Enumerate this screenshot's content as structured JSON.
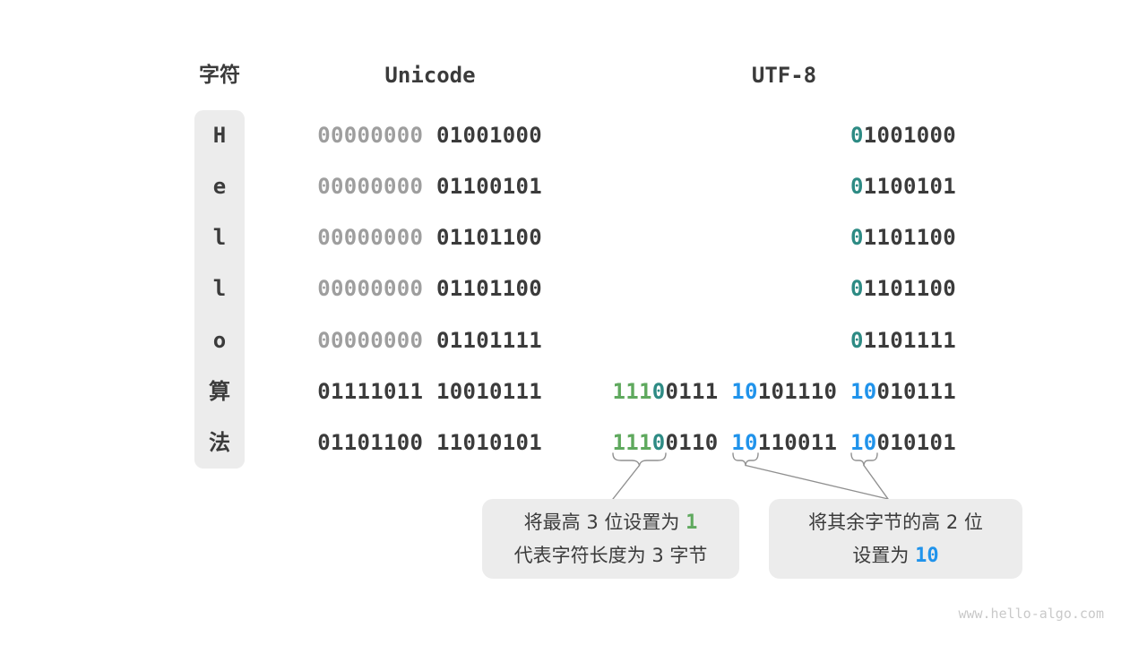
{
  "colors": {
    "dark": "#3B3B3B",
    "gray": "#9E9E9E",
    "teal": "#2D8B84",
    "green": "#5FA95E",
    "blue": "#2093EB",
    "box_bg": "#ECECEC",
    "line": "#909090",
    "footer_gray": "#C9C9C9"
  },
  "header": {
    "char": "字符",
    "unicode": "Unicode",
    "utf8": "UTF-8"
  },
  "rows": [
    {
      "char": "H",
      "unicode": [
        {
          "t": "00000000 ",
          "c": "gray"
        },
        {
          "t": "01001000",
          "c": "dark"
        }
      ],
      "utf8": [
        {
          "t": "0",
          "c": "teal"
        },
        {
          "t": "1001000",
          "c": "dark"
        }
      ]
    },
    {
      "char": "e",
      "unicode": [
        {
          "t": "00000000 ",
          "c": "gray"
        },
        {
          "t": "01100101",
          "c": "dark"
        }
      ],
      "utf8": [
        {
          "t": "0",
          "c": "teal"
        },
        {
          "t": "1100101",
          "c": "dark"
        }
      ]
    },
    {
      "char": "l",
      "unicode": [
        {
          "t": "00000000 ",
          "c": "gray"
        },
        {
          "t": "01101100",
          "c": "dark"
        }
      ],
      "utf8": [
        {
          "t": "0",
          "c": "teal"
        },
        {
          "t": "1101100",
          "c": "dark"
        }
      ]
    },
    {
      "char": "l",
      "unicode": [
        {
          "t": "00000000 ",
          "c": "gray"
        },
        {
          "t": "01101100",
          "c": "dark"
        }
      ],
      "utf8": [
        {
          "t": "0",
          "c": "teal"
        },
        {
          "t": "1101100",
          "c": "dark"
        }
      ]
    },
    {
      "char": "o",
      "unicode": [
        {
          "t": "00000000 ",
          "c": "gray"
        },
        {
          "t": "01101111",
          "c": "dark"
        }
      ],
      "utf8": [
        {
          "t": "0",
          "c": "teal"
        },
        {
          "t": "1101111",
          "c": "dark"
        }
      ]
    },
    {
      "char": "算",
      "unicode": [
        {
          "t": "01111011 10010111",
          "c": "dark"
        }
      ],
      "utf8": [
        {
          "t": "111",
          "c": "green"
        },
        {
          "t": "0",
          "c": "teal"
        },
        {
          "t": "0111 ",
          "c": "dark"
        },
        {
          "t": "10",
          "c": "blue"
        },
        {
          "t": "101110 ",
          "c": "dark"
        },
        {
          "t": "10",
          "c": "blue"
        },
        {
          "t": "010111",
          "c": "dark"
        }
      ]
    },
    {
      "char": "法",
      "unicode": [
        {
          "t": "01101100 11010101",
          "c": "dark"
        }
      ],
      "utf8": [
        {
          "t": "111",
          "c": "green"
        },
        {
          "t": "0",
          "c": "teal"
        },
        {
          "t": "0110 ",
          "c": "dark"
        },
        {
          "t": "10",
          "c": "blue"
        },
        {
          "t": "110011 ",
          "c": "dark"
        },
        {
          "t": "10",
          "c": "blue"
        },
        {
          "t": "010101",
          "c": "dark"
        }
      ]
    }
  ],
  "callouts": [
    {
      "id": "callout-high-bits",
      "lines": [
        [
          {
            "t": "将最高 3 位设置为 ",
            "c": "text"
          },
          {
            "t": "1",
            "c": "green",
            "m": true
          }
        ],
        [
          {
            "t": "代表字符长度为 3 字节",
            "c": "text"
          }
        ]
      ]
    },
    {
      "id": "callout-cont-bits",
      "lines": [
        [
          {
            "t": "将其余字节的高 2 位",
            "c": "text"
          }
        ],
        [
          {
            "t": "设置为 ",
            "c": "text"
          },
          {
            "t": "10",
            "c": "blue",
            "m": true
          }
        ]
      ]
    }
  ],
  "footer": "www.hello-algo.com"
}
